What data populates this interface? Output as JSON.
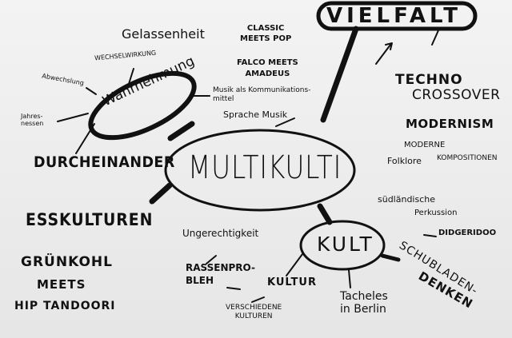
{
  "center": {
    "label": "MULTIKULTI"
  },
  "nodes": {
    "wahrnehmung": {
      "label": "Wahrnehmung"
    },
    "vielfalt": {
      "label": "VIELFALT"
    },
    "kult": {
      "label": "KULT"
    }
  },
  "labels": {
    "gelassenheit": "Gelassenheit",
    "wechselwirkung": "WECHSELWIRKUNG",
    "abwechslung": "Abwechslung",
    "jahresnessen": "Jahres-\nnessen",
    "durcheinander": "DURCHEINANDER",
    "musik_kommunikation": "Musik als Kommunikations-\nmittel",
    "sprache_musik": "Sprache Musik",
    "classic_pop": "CLASSIC\nMEETS POP",
    "falco_amadeus": "FALCO MEETS\nAMADEUS",
    "techno": "TECHNO",
    "crossover": "CROSSOVER",
    "modernism": "MODERNISM",
    "moderne": "MODERNE",
    "kompositionen": "KOMPOSITIONEN",
    "folklore": "Folklore",
    "suedlaendische": "südländische",
    "perkussion": "Perkussion",
    "didgeridoo": "DIDGERIDOO",
    "schubladen": "SCHUBLADEN-",
    "denken": "DENKEN",
    "tacheles": "Tacheles\nin Berlin",
    "kultur": "KULTUR",
    "verschiedene": "VERSCHIEDENE\nKULTUREN",
    "rassenprobleh": "RASSENPRO-\nBLEH",
    "ungerechtigkeit": "Ungerechtigkeit",
    "esskulturen": "ESSKULTUREN",
    "gruenkohl": "GRÜNKOHL",
    "meets": "MEETS",
    "hip_tandoori": "HIP TANDOORI"
  }
}
